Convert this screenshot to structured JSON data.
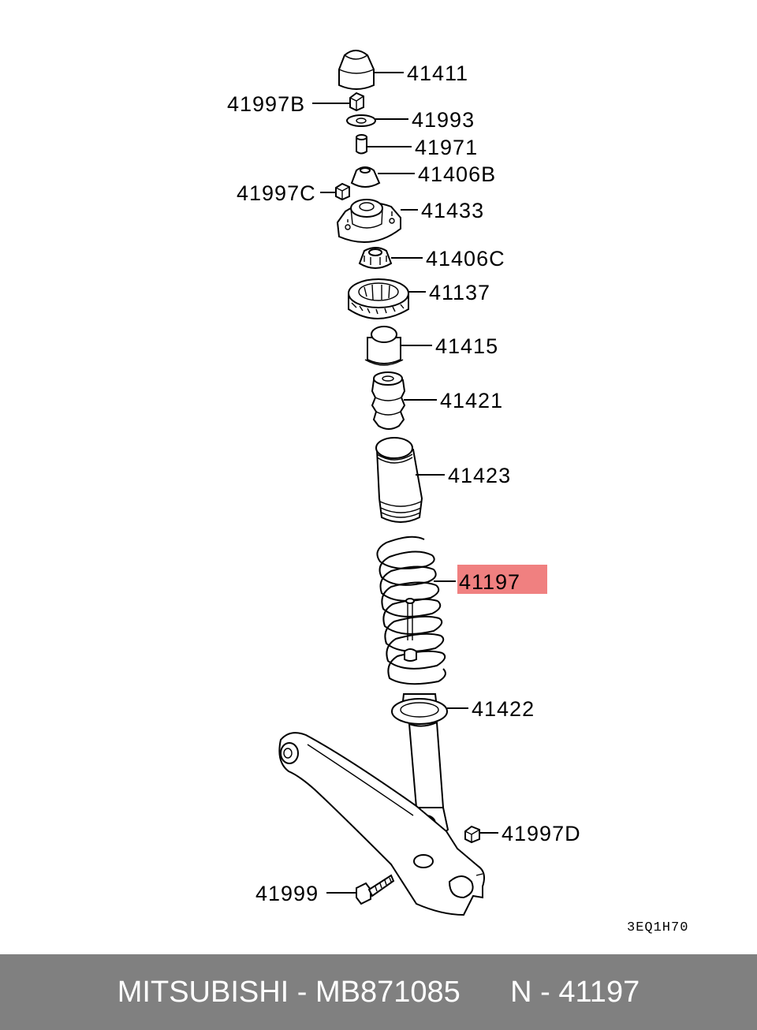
{
  "diagram": {
    "parts": [
      {
        "id": "41411",
        "label": "41411",
        "highlighted": false
      },
      {
        "id": "41997B",
        "label": "41997B",
        "highlighted": false
      },
      {
        "id": "41993",
        "label": "41993",
        "highlighted": false
      },
      {
        "id": "41971",
        "label": "41971",
        "highlighted": false
      },
      {
        "id": "41406B",
        "label": "41406B",
        "highlighted": false
      },
      {
        "id": "41997C",
        "label": "41997C",
        "highlighted": false
      },
      {
        "id": "41433",
        "label": "41433",
        "highlighted": false
      },
      {
        "id": "41406C",
        "label": "41406C",
        "highlighted": false
      },
      {
        "id": "41137",
        "label": "41137",
        "highlighted": false
      },
      {
        "id": "41415",
        "label": "41415",
        "highlighted": false
      },
      {
        "id": "41421",
        "label": "41421",
        "highlighted": false
      },
      {
        "id": "41423",
        "label": "41423",
        "highlighted": false
      },
      {
        "id": "41197",
        "label": "41197",
        "highlighted": true
      },
      {
        "id": "41422",
        "label": "41422",
        "highlighted": false
      },
      {
        "id": "41997D",
        "label": "41997D",
        "highlighted": false
      },
      {
        "id": "41999",
        "label": "41999",
        "highlighted": false
      }
    ],
    "diagram_code": "3EQ1H70",
    "highlight_color": "#f08080"
  },
  "footer": {
    "text": "MITSUBISHI - MB871085      N - 41197",
    "background": "#808080"
  }
}
